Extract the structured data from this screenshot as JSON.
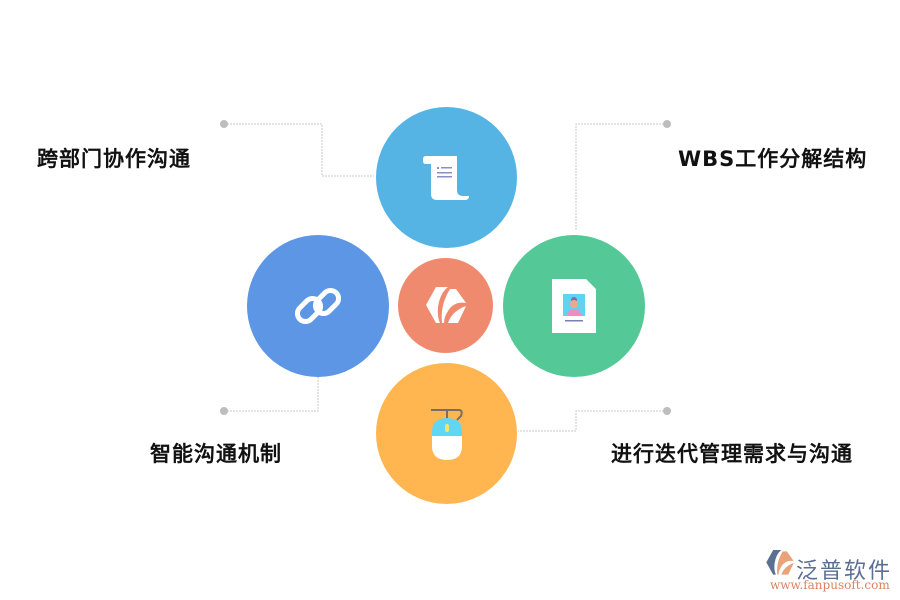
{
  "nodes": [
    {
      "id": "top",
      "label": "跨部门协作沟通",
      "icon": "scroll-icon",
      "color": "#56b4e4"
    },
    {
      "id": "right",
      "label": "WBS工作分解结构",
      "icon": "profile-document-icon",
      "color": "#54c896"
    },
    {
      "id": "left",
      "label": "智能沟通机制",
      "icon": "chain-link-icon",
      "color": "#5d96e4"
    },
    {
      "id": "bottom",
      "label": "进行迭代管理需求与沟通",
      "icon": "mouse-icon",
      "color": "#ffb651"
    },
    {
      "id": "center",
      "label": "",
      "icon": "fanpu-logo-icon",
      "color": "#f08a6e"
    }
  ],
  "labels": {
    "top_left": "跨部门协作沟通",
    "top_right": "WBS工作分解结构",
    "bottom_left": "智能沟通机制",
    "bottom_right": "进行迭代管理需求与沟通"
  },
  "colors": {
    "top": "#56b4e4",
    "left": "#5d96e4",
    "right": "#54c896",
    "bottom": "#ffb651",
    "center": "#f08a6e",
    "connector": "#c8c8c8"
  },
  "watermark": {
    "brand": "泛普软件",
    "url": "www.fanpusoft.com"
  }
}
